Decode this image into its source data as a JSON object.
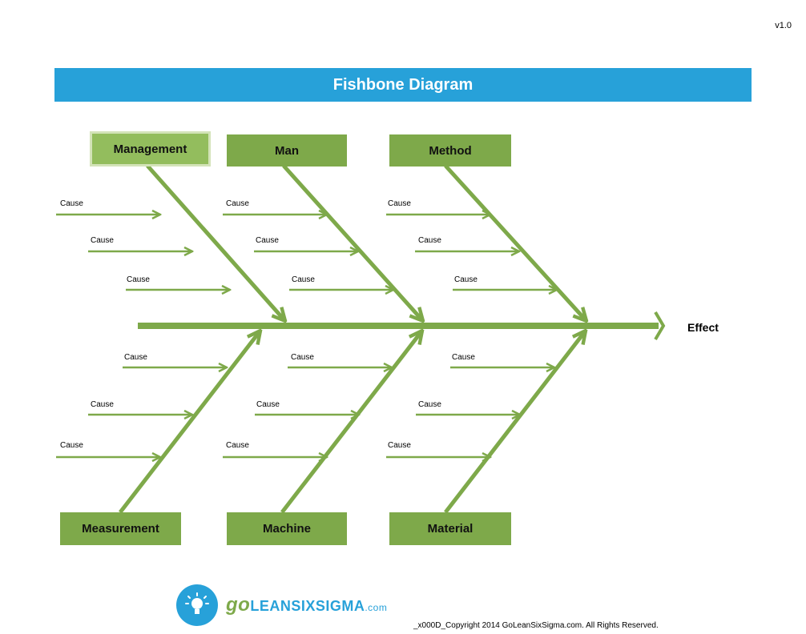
{
  "version": "v1.0",
  "title": "Fishbone Diagram",
  "effect": "Effect",
  "categories": {
    "management": "Management",
    "man": "Man",
    "method": "Method",
    "measurement": "Measurement",
    "machine": "Machine",
    "material": "Material"
  },
  "cause_label": "Cause",
  "logo": {
    "go": "go",
    "rest": "LEANSIXSIGMA",
    "com": ".com"
  },
  "copyright": "_x000D_Copyright 2014 GoLeanSixSigma.com. All Rights Reserved.",
  "colors": {
    "bone": "#7ea94a",
    "title_bar": "#27a1d9"
  }
}
